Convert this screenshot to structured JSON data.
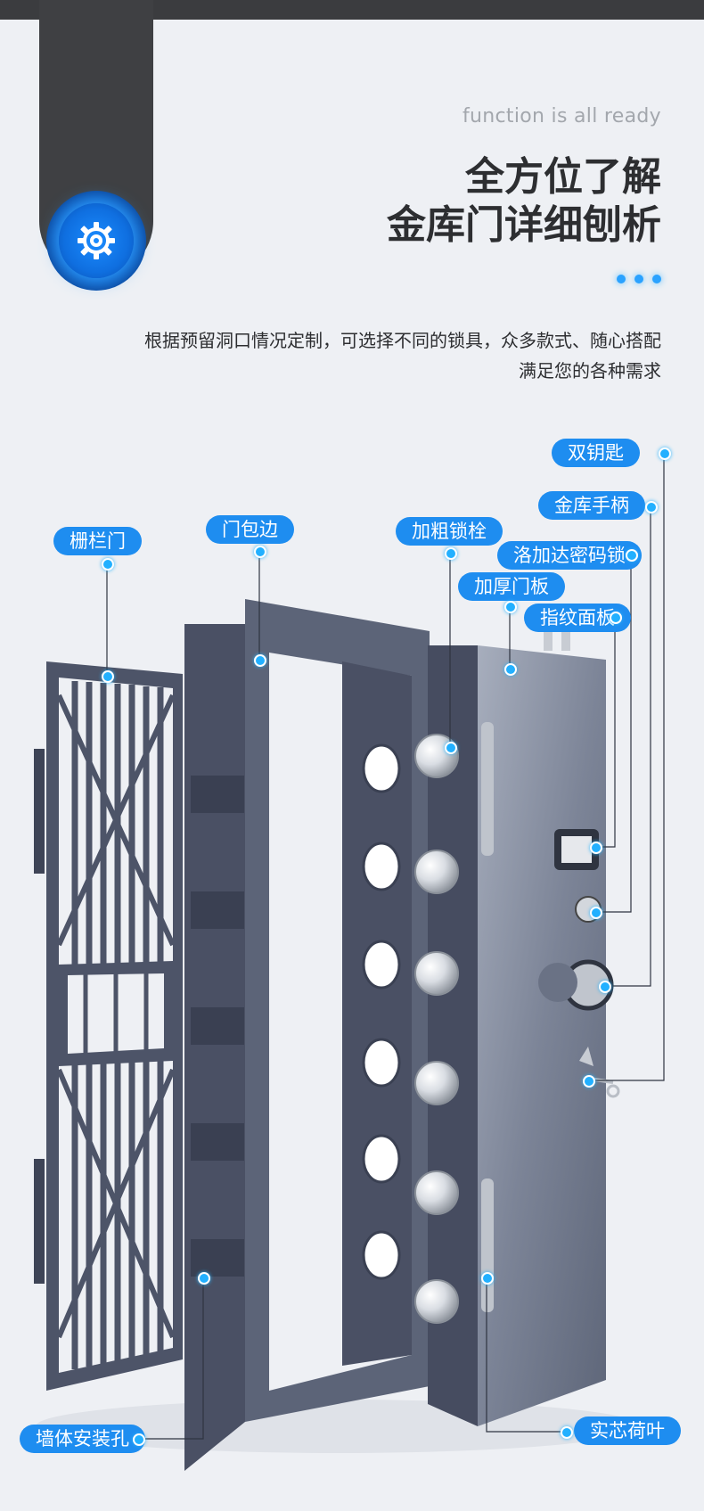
{
  "header": {
    "subtitle": "function is all ready",
    "title_line1": "全方位了解",
    "title_line2": "金库门详细刨析",
    "desc_line1": "根据预留洞口情况定制，可选择不同的锁具，众多款式、随心搭配",
    "desc_line2": "满足您的各种需求"
  },
  "badge": {
    "icon": "gear-icon"
  },
  "labels": {
    "gate": "栅栏门",
    "frame": "门包边",
    "bolt": "加粗锁栓",
    "panel": "加厚门板",
    "fingerprint": "指纹面板",
    "combo": "洛加达密码锁",
    "handle": "金库手柄",
    "keys": "双钥匙",
    "wall_holes": "墙体安装孔",
    "hinge": "实芯荷叶"
  },
  "colors": {
    "accent": "#1e8df0",
    "door": "#5c6478",
    "background": "#eef0f4"
  }
}
